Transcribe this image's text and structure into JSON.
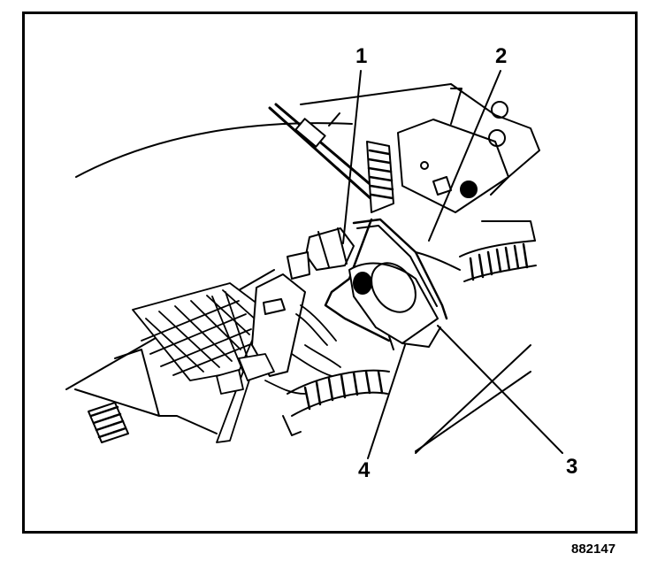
{
  "figure": {
    "id_code": "882147",
    "callouts": [
      {
        "label": "1"
      },
      {
        "label": "2"
      },
      {
        "label": "3"
      },
      {
        "label": "4"
      }
    ]
  },
  "colors": {
    "ink": "#000000",
    "paper": "#ffffff"
  }
}
